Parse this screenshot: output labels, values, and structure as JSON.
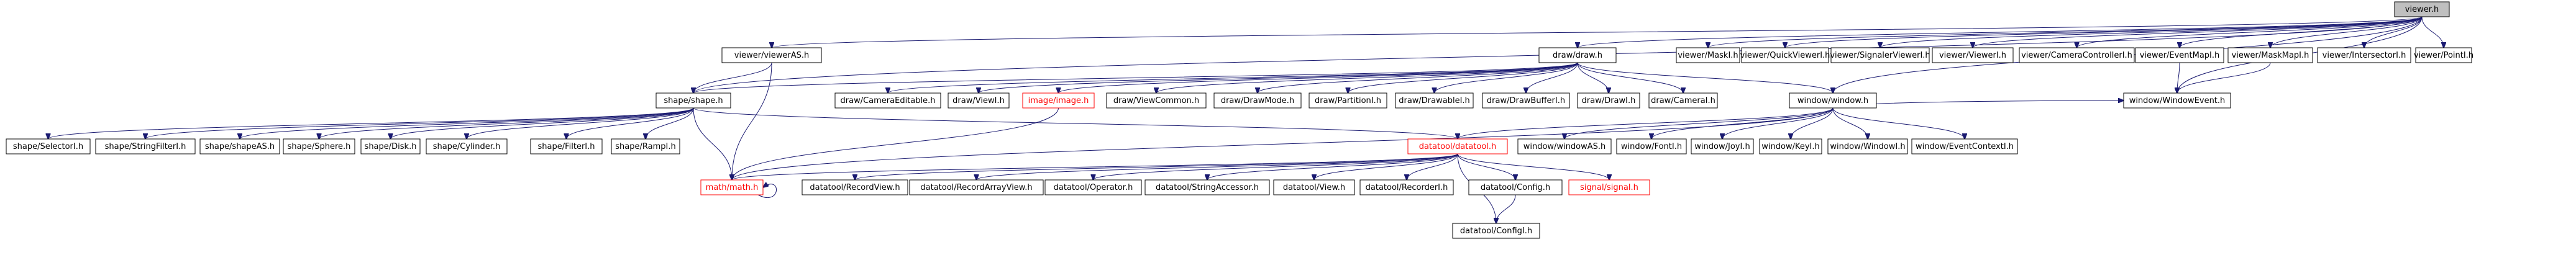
{
  "diagram": {
    "nodes": [
      {
        "id": "viewer_h",
        "label": "viewer.h",
        "style": "root"
      },
      {
        "id": "viewer_viewerAS_h",
        "label": "viewer/viewerAS.h"
      },
      {
        "id": "draw_draw_h",
        "label": "draw/draw.h"
      },
      {
        "id": "viewer_EventMap_h",
        "label": "viewer/EventMapI.h"
      },
      {
        "id": "viewer_MaskMap_h",
        "label": "viewer/MaskMapI.h"
      },
      {
        "id": "viewer_Intersector_h",
        "label": "viewer/IntersectorI.h"
      },
      {
        "id": "viewer_Point_h",
        "label": "viewer/PointI.h"
      },
      {
        "id": "viewer_CameraController_h",
        "label": "viewer/CameraControllerI.h"
      },
      {
        "id": "viewer_Viewer_h",
        "label": "viewer/ViewerI.h"
      },
      {
        "id": "viewer_SignalerViewer_h",
        "label": "viewer/SignalerViewerI.h"
      },
      {
        "id": "viewer_QuickViewer_h",
        "label": "viewer/QuickViewerI.h"
      },
      {
        "id": "viewer_Mask_h",
        "label": "viewer/MaskI.h"
      },
      {
        "id": "shape_shape_h",
        "label": "shape/shape.h"
      },
      {
        "id": "draw_CameraEditable_h",
        "label": "draw/CameraEditable.h"
      },
      {
        "id": "draw_View_h",
        "label": "draw/ViewI.h"
      },
      {
        "id": "image_image_h",
        "label": "image/image.h",
        "style": "missing"
      },
      {
        "id": "draw_ViewCommon_h",
        "label": "draw/ViewCommon.h"
      },
      {
        "id": "draw_DrawMode_h",
        "label": "draw/DrawMode.h"
      },
      {
        "id": "draw_Partition_h",
        "label": "draw/PartitionI.h"
      },
      {
        "id": "draw_Drawable_h",
        "label": "draw/DrawableI.h"
      },
      {
        "id": "draw_DrawBuffer_h",
        "label": "draw/DrawBufferI.h"
      },
      {
        "id": "draw_Draw_h",
        "label": "draw/DrawI.h"
      },
      {
        "id": "draw_Camera_h",
        "label": "draw/CameraI.h"
      },
      {
        "id": "window_window_h",
        "label": "window/window.h"
      },
      {
        "id": "window_WindowEvent_h",
        "label": "window/WindowEvent.h"
      },
      {
        "id": "shape_Selector_h",
        "label": "shape/SelectorI.h"
      },
      {
        "id": "shape_StringFilter_h",
        "label": "shape/StringFilterI.h"
      },
      {
        "id": "shape_shapeAS_h",
        "label": "shape/shapeAS.h"
      },
      {
        "id": "shape_Sphere_h",
        "label": "shape/Sphere.h"
      },
      {
        "id": "shape_Disk_h",
        "label": "shape/Disk.h"
      },
      {
        "id": "shape_Cylinder_h",
        "label": "shape/Cylinder.h"
      },
      {
        "id": "shape_Filter_h",
        "label": "shape/FilterI.h"
      },
      {
        "id": "shape_Ramp_h",
        "label": "shape/RampI.h"
      },
      {
        "id": "datatool_datatool_h",
        "label": "datatool/datatool.h",
        "style": "missing"
      },
      {
        "id": "window_windowAS_h",
        "label": "window/windowAS.h"
      },
      {
        "id": "window_Font_h",
        "label": "window/FontI.h"
      },
      {
        "id": "window_Joy_h",
        "label": "window/JoyI.h"
      },
      {
        "id": "window_Key_h",
        "label": "window/KeyI.h"
      },
      {
        "id": "window_Window_h",
        "label": "window/WindowI.h"
      },
      {
        "id": "window_EventContext_h",
        "label": "window/EventContextI.h"
      },
      {
        "id": "math_math_h",
        "label": "math/math.h",
        "style": "missing"
      },
      {
        "id": "datatool_RecordView_h",
        "label": "datatool/RecordView.h"
      },
      {
        "id": "datatool_RecordArrayView_h",
        "label": "datatool/RecordArrayView.h"
      },
      {
        "id": "datatool_Operator_h",
        "label": "datatool/Operator.h"
      },
      {
        "id": "datatool_StringAccessor_h",
        "label": "datatool/StringAccessor.h"
      },
      {
        "id": "datatool_View_h",
        "label": "datatool/View.h"
      },
      {
        "id": "datatool_Recorder_h",
        "label": "datatool/RecorderI.h"
      },
      {
        "id": "datatool_Config_h",
        "label": "datatool/Config.h"
      },
      {
        "id": "signal_signal_h",
        "label": "signal/signal.h",
        "style": "missing"
      },
      {
        "id": "datatool_ConfigI_h",
        "label": "datatool/ConfigI.h"
      }
    ],
    "edges": [
      [
        "viewer_h",
        "viewer_viewerAS_h"
      ],
      [
        "viewer_h",
        "draw_draw_h"
      ],
      [
        "viewer_h",
        "viewer_EventMap_h"
      ],
      [
        "viewer_h",
        "viewer_MaskMap_h"
      ],
      [
        "viewer_h",
        "viewer_Intersector_h"
      ],
      [
        "viewer_h",
        "viewer_Point_h"
      ],
      [
        "viewer_h",
        "viewer_CameraController_h"
      ],
      [
        "viewer_h",
        "viewer_Viewer_h"
      ],
      [
        "viewer_h",
        "viewer_SignalerViewer_h"
      ],
      [
        "viewer_h",
        "viewer_QuickViewer_h"
      ],
      [
        "viewer_h",
        "viewer_Mask_h"
      ],
      [
        "viewer_h",
        "shape_shape_h"
      ],
      [
        "viewer_h",
        "window_window_h"
      ],
      [
        "viewer_h",
        "window_WindowEvent_h"
      ],
      [
        "viewer_viewerAS_h",
        "shape_shape_h"
      ],
      [
        "viewer_viewerAS_h",
        "math_math_h"
      ],
      [
        "draw_draw_h",
        "shape_shape_h"
      ],
      [
        "draw_draw_h",
        "draw_CameraEditable_h"
      ],
      [
        "draw_draw_h",
        "draw_View_h"
      ],
      [
        "draw_draw_h",
        "image_image_h"
      ],
      [
        "draw_draw_h",
        "draw_ViewCommon_h"
      ],
      [
        "draw_draw_h",
        "draw_DrawMode_h"
      ],
      [
        "draw_draw_h",
        "draw_Partition_h"
      ],
      [
        "draw_draw_h",
        "draw_Drawable_h"
      ],
      [
        "draw_draw_h",
        "draw_DrawBuffer_h"
      ],
      [
        "draw_draw_h",
        "draw_Draw_h"
      ],
      [
        "draw_draw_h",
        "draw_Camera_h"
      ],
      [
        "draw_draw_h",
        "window_window_h"
      ],
      [
        "viewer_EventMap_h",
        "window_WindowEvent_h"
      ],
      [
        "viewer_MaskMap_h",
        "window_WindowEvent_h"
      ],
      [
        "image_image_h",
        "math_math_h"
      ],
      [
        "shape_shape_h",
        "shape_Selector_h"
      ],
      [
        "shape_shape_h",
        "shape_StringFilter_h"
      ],
      [
        "shape_shape_h",
        "shape_shapeAS_h"
      ],
      [
        "shape_shape_h",
        "shape_Sphere_h"
      ],
      [
        "shape_shape_h",
        "shape_Disk_h"
      ],
      [
        "shape_shape_h",
        "shape_Cylinder_h"
      ],
      [
        "shape_shape_h",
        "shape_Filter_h"
      ],
      [
        "shape_shape_h",
        "shape_Ramp_h"
      ],
      [
        "shape_shape_h",
        "datatool_datatool_h"
      ],
      [
        "shape_shape_h",
        "math_math_h"
      ],
      [
        "window_window_h",
        "datatool_datatool_h"
      ],
      [
        "window_window_h",
        "window_windowAS_h"
      ],
      [
        "window_window_h",
        "window_Font_h"
      ],
      [
        "window_window_h",
        "window_Joy_h"
      ],
      [
        "window_window_h",
        "window_Key_h"
      ],
      [
        "window_window_h",
        "window_Window_h"
      ],
      [
        "window_window_h",
        "window_EventContext_h"
      ],
      [
        "window_window_h",
        "window_WindowEvent_h"
      ],
      [
        "window_window_h",
        "math_math_h"
      ],
      [
        "datatool_datatool_h",
        "math_math_h"
      ],
      [
        "datatool_datatool_h",
        "datatool_RecordView_h"
      ],
      [
        "datatool_datatool_h",
        "datatool_RecordArrayView_h"
      ],
      [
        "datatool_datatool_h",
        "datatool_Operator_h"
      ],
      [
        "datatool_datatool_h",
        "datatool_StringAccessor_h"
      ],
      [
        "datatool_datatool_h",
        "datatool_View_h"
      ],
      [
        "datatool_datatool_h",
        "datatool_Recorder_h"
      ],
      [
        "datatool_datatool_h",
        "datatool_Config_h"
      ],
      [
        "datatool_datatool_h",
        "signal_signal_h"
      ],
      [
        "datatool_datatool_h",
        "datatool_ConfigI_h"
      ],
      [
        "datatool_Config_h",
        "datatool_ConfigI_h"
      ],
      [
        "math_math_h",
        "math_math_h"
      ]
    ],
    "colors": {
      "edge": "#191970",
      "root_fill": "#bfbfbf",
      "missing_border": "#ff0000",
      "missing_text": "#ff0000"
    }
  }
}
